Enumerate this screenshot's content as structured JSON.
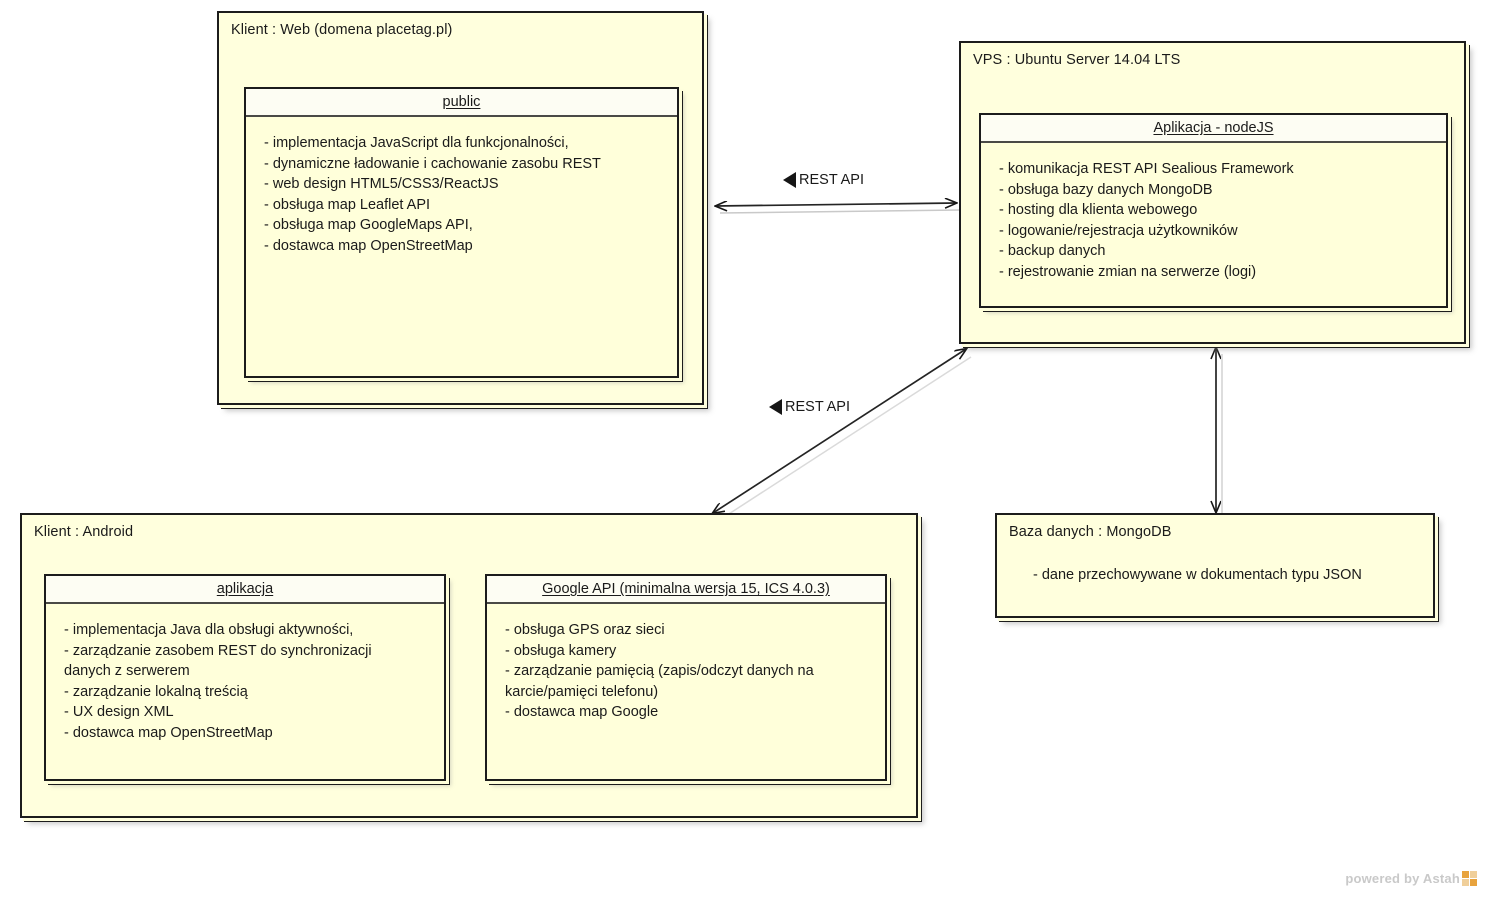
{
  "diagram": {
    "type": "uml-deployment-diagram",
    "watermark": "powered by Astah",
    "colors": {
      "node_fill": "#ffffdd",
      "component_fill": "#ffffda",
      "component_header_fill": "#fdfdf3",
      "stroke": "#1c1c1c",
      "watermark_text": "#c9c9c9",
      "watermark_logo": "#e8a33d"
    }
  },
  "nodes": {
    "web_client": {
      "title": "Klient : Web (domena placetag.pl)",
      "components": [
        {
          "name": "public",
          "lines": [
            "- implementacja JavaScript dla funkcjonalności,",
            "- dynamiczne ładowanie i cachowanie zasobu REST",
            "- web design HTML5/CSS3/ReactJS",
            "- obsługa map Leaflet API",
            "- obsługa map GoogleMaps API,",
            "- dostawca map OpenStreetMap"
          ]
        }
      ]
    },
    "vps": {
      "title": "VPS : Ubuntu Server 14.04 LTS",
      "components": [
        {
          "name": "Aplikacja - nodeJS",
          "lines": [
            "- komunikacja REST API Sealious Framework",
            "- obsługa bazy danych MongoDB",
            "- hosting dla klienta webowego",
            "- logowanie/rejestracja użytkowników",
            "- backup danych",
            "- rejestrowanie zmian na serwerze (logi)"
          ]
        }
      ]
    },
    "android_client": {
      "title": "Klient : Android",
      "components": [
        {
          "name": "aplikacja",
          "lines": [
            "- implementacja Java dla obsługi aktywności,",
            "- zarządzanie zasobem REST do synchronizacji",
            "danych z serwerem",
            "- zarządzanie lokalną treścią",
            "- UX design XML",
            "- dostawca map OpenStreetMap"
          ]
        },
        {
          "name": "Google API (minimalna wersja 15, ICS 4.0.3)",
          "lines": [
            "- obsługa GPS oraz sieci",
            "- obsługa kamery",
            "- zarządzanie pamięcią (zapis/odczyt danych na",
            "karcie/pamięci telefonu)",
            "- dostawca map Google"
          ]
        }
      ]
    },
    "database": {
      "title": "Baza danych : MongoDB",
      "lines": [
        "- dane przechowywane w dokumentach typu JSON"
      ]
    }
  },
  "connections": [
    {
      "id": "web-to-vps",
      "from": "web_client",
      "to": "vps",
      "label": "REST API",
      "arrow": "bidirectional"
    },
    {
      "id": "android-to-vps",
      "from": "android_client",
      "to": "vps",
      "label": "REST API",
      "arrow": "bidirectional"
    },
    {
      "id": "vps-to-database",
      "from": "vps",
      "to": "database",
      "label": "",
      "arrow": "bidirectional"
    }
  ]
}
